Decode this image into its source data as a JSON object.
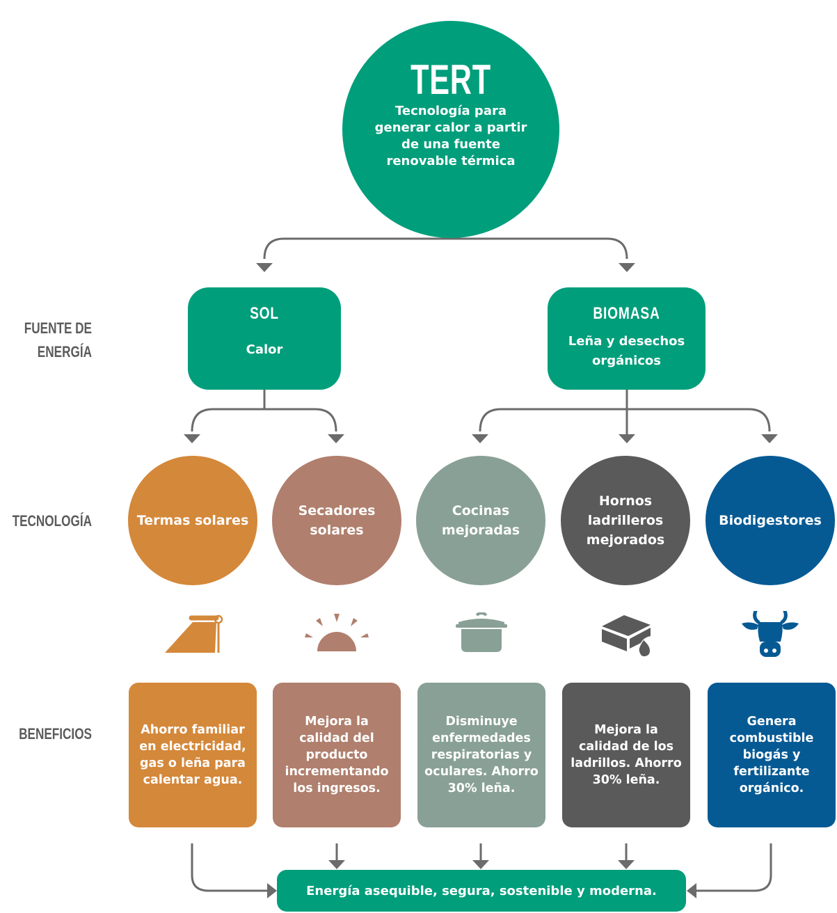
{
  "root": {
    "title": "TERT",
    "description": "Tecnología para generar calor a partir de una fuente renovable térmica"
  },
  "row_labels": {
    "source": "FUENTE DE\nENERGÍA",
    "technology": "TECNOLOGÍA",
    "benefits": "BENEFICIOS"
  },
  "sources": [
    {
      "title": "SOL",
      "description": "Calor"
    },
    {
      "title": "BIOMASA",
      "description": "Leña y desechos orgánicos"
    }
  ],
  "technologies": [
    {
      "name": "Termas solares",
      "color": "#d4883a",
      "icon": "solar-water-heater-icon",
      "benefit": "Ahorro familiar en electricidad, gas o leña para calentar agua."
    },
    {
      "name": "Secadores solares",
      "color": "#b07f6d",
      "icon": "sun-icon",
      "benefit": "Mejora la calidad del producto incrementando los ingresos."
    },
    {
      "name": "Cocinas mejoradas",
      "color": "#89a096",
      "icon": "cooking-pot-icon",
      "benefit": "Disminuye enfermedades respiratorias y oculares. Ahorro 30% leña."
    },
    {
      "name": "Hornos ladrilleros mejorados",
      "color": "#5a5a5a",
      "icon": "brick-fire-icon",
      "benefit": "Mejora la calidad de los ladrillos. Ahorro 30% leña."
    },
    {
      "name": "Biodigestores",
      "color": "#065a94",
      "icon": "cow-icon",
      "benefit": "Genera combustible biogás y fertilizante orgánico."
    }
  ],
  "result": "Energía asequible, segura, sostenible y moderna.",
  "colors": {
    "accent": "#009e7b",
    "connector": "#6b6b6b",
    "label": "#5c5c5c"
  }
}
